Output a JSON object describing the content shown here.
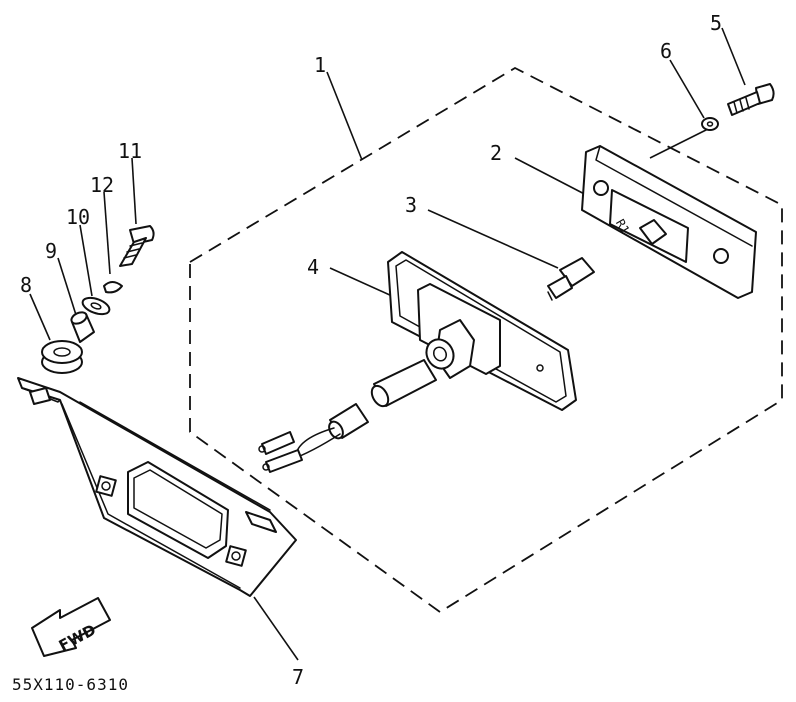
{
  "callouts": {
    "p1": "1",
    "p2": "2",
    "p3": "3",
    "p4": "4",
    "p5": "5",
    "p6": "6",
    "p7": "7",
    "p8": "8",
    "p9": "9",
    "p10": "10",
    "p11": "11",
    "p12": "12"
  },
  "fwd_arrow_label": "FWD",
  "part_code": "55X110-6310",
  "icons": {
    "fwd_arrow": "fwd-direction-arrow-icon"
  }
}
